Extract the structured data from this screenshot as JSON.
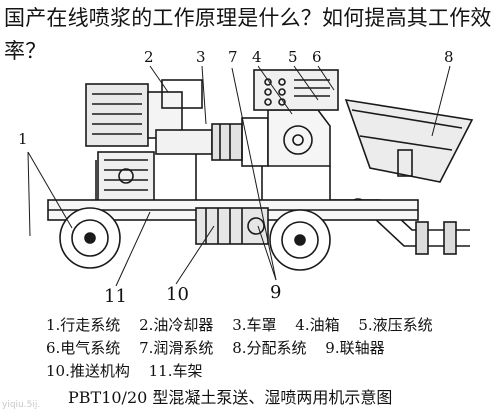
{
  "article": {
    "title": "国产在线喷浆的工作原理是什么？如何提高其工作效率？"
  },
  "diagram": {
    "callouts": [
      "1",
      "2",
      "3",
      "4",
      "5",
      "6",
      "7",
      "8",
      "9",
      "10",
      "11"
    ],
    "legend": [
      "1.行走系统",
      "2.油冷却器",
      "3.车罩",
      "4.油箱",
      "5.液压系统",
      "6.电气系统",
      "7.润滑系统",
      "8.分配系统",
      "9.联轴器",
      "10.推送机构",
      "11.车架"
    ],
    "caption": "PBT10/20 型混凝土泵送、湿喷两用机示意图"
  },
  "watermark": "yiqiu.5ij."
}
